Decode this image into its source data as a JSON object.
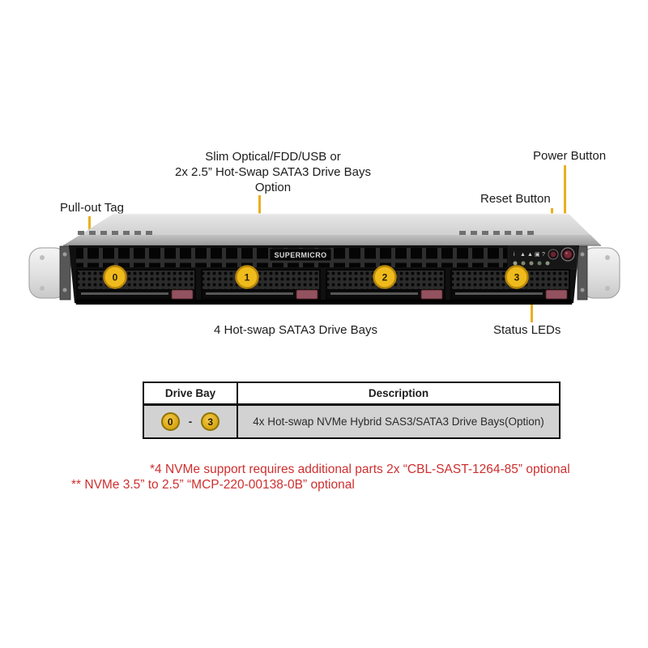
{
  "colors": {
    "callout_line": "#E9AF1F",
    "footnote_red": "#CE2F2F",
    "bay_circle_fill": "#DFAE1E",
    "bay_circle_border": "#8F7400",
    "table_row_bg": "#D2D2D2"
  },
  "callouts": {
    "slim_optical_line1": "Slim Optical/FDD/USB or",
    "slim_optical_line2": "2x 2.5” Hot-Swap SATA3 Drive Bays",
    "slim_optical_line3": "Option",
    "power_button": "Power Button",
    "reset_button": "Reset Button",
    "pull_out_tag": "Pull-out Tag",
    "drive_bays": "4 Hot-swap SATA3 Drive Bays",
    "status_leds": "Status LEDs"
  },
  "chassis": {
    "brand": "SUPERMICRO",
    "bay_numbers": [
      "0",
      "1",
      "2",
      "3"
    ],
    "panel_icons": [
      "i",
      "▲",
      "▲",
      "▣",
      "?"
    ]
  },
  "table": {
    "header_drive_bay": "Drive Bay",
    "header_description": "Description",
    "bay_start": "0",
    "separator": "-",
    "bay_end": "3",
    "description": "4x Hot-swap NVMe Hybrid SAS3/SATA3 Drive Bays(Option)"
  },
  "footnotes": {
    "line1": "*4 NVMe support requires additional parts 2x “CBL-SAST-1264-85” optional",
    "line2": "** NVMe 3.5” to 2.5” “MCP-220-00138-0B” optional"
  }
}
